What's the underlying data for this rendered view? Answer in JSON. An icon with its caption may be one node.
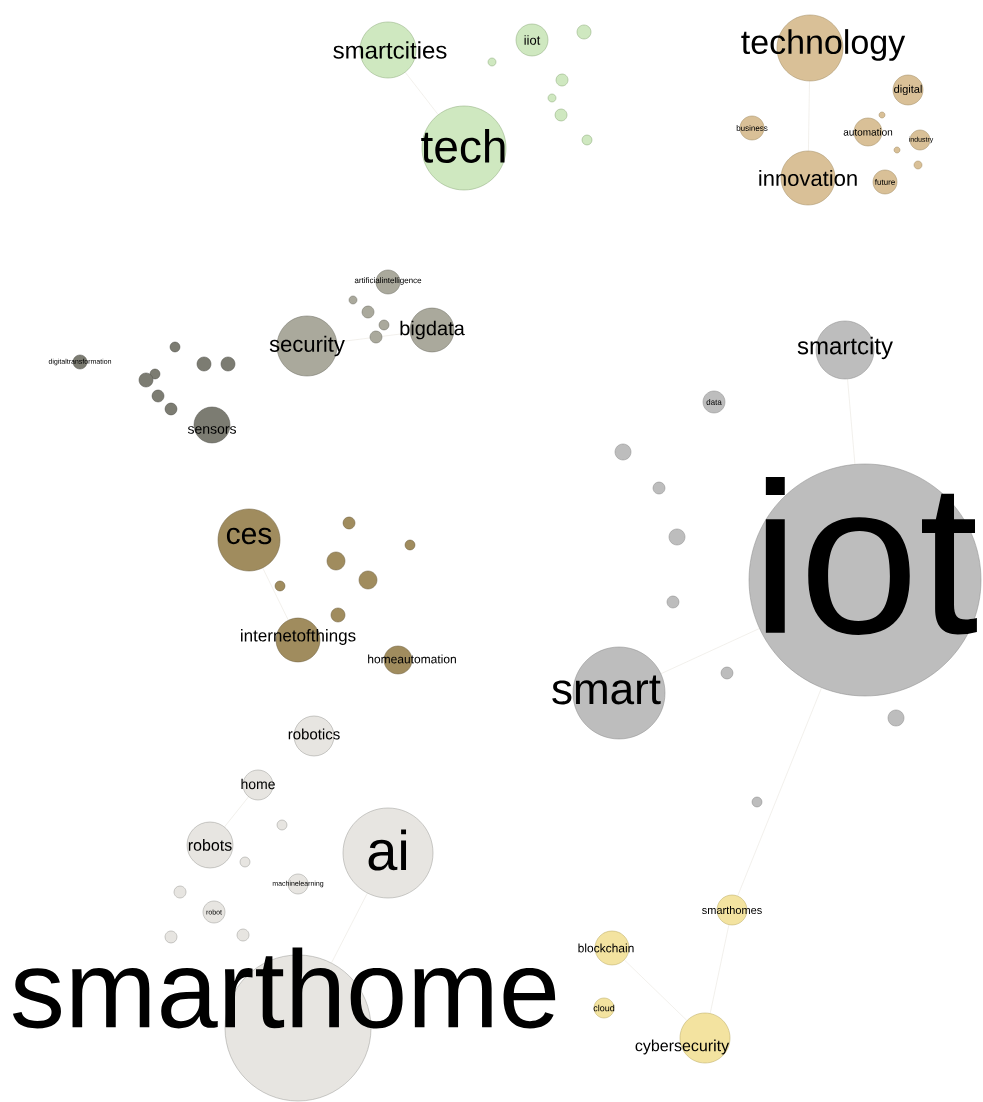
{
  "diagram": {
    "nodes": [
      {
        "text": [
          "smartcities"
        ]
      },
      {
        "text": [
          "iiot"
        ]
      },
      {
        "text": [
          "tech"
        ]
      },
      {
        "text": [
          "technology"
        ]
      },
      {
        "text": [
          "digital"
        ]
      },
      {
        "text": [
          "business"
        ]
      },
      {
        "text": [
          "automation"
        ]
      },
      {
        "text": [
          "industry"
        ]
      },
      {
        "text": [
          "innovation"
        ]
      },
      {
        "text": [
          "future"
        ]
      },
      {
        "text": [
          "artificialintelligence"
        ]
      },
      {
        "text": [
          "security"
        ]
      },
      {
        "text": [
          "bigdata"
        ]
      },
      {
        "text": [
          "digitaltransformation"
        ]
      },
      {
        "text": [
          "sensors"
        ]
      },
      {
        "text": [
          "smartcity"
        ]
      },
      {
        "text": [
          "data"
        ]
      },
      {
        "text": [
          "iot"
        ]
      },
      {
        "text": [
          "ces"
        ]
      },
      {
        "text": [
          "internetofthings"
        ]
      },
      {
        "text": [
          "homeautomation"
        ]
      },
      {
        "text": [
          "smart"
        ]
      },
      {
        "text": [
          "robotics"
        ]
      },
      {
        "text": [
          "home"
        ]
      },
      {
        "text": [
          "robots"
        ]
      },
      {
        "text": [
          "ai"
        ]
      },
      {
        "text": [
          "machinelearning"
        ]
      },
      {
        "text": [
          "robot"
        ]
      },
      {
        "text": [
          "smarthomes"
        ]
      },
      {
        "text": [
          "blockchain"
        ]
      },
      {
        "text": [
          "cloud"
        ]
      },
      {
        "text": [
          "cybersecurity"
        ]
      },
      {
        "text": [
          "smarthome"
        ]
      },
      {
        "text": [],
        "shape": "circle"
      },
      {
        "text": [],
        "shape": "circle"
      },
      {
        "text": [],
        "shape": "circle"
      },
      {
        "text": [],
        "shape": "circle"
      },
      {
        "text": [],
        "shape": "circle"
      },
      {
        "text": [],
        "shape": "circle"
      },
      {
        "text": [],
        "shape": "circle"
      },
      {
        "text": [],
        "shape": "circle"
      },
      {
        "text": [],
        "shape": "circle"
      },
      {
        "text": [],
        "shape": "circle"
      },
      {
        "text": [],
        "shape": "circle"
      },
      {
        "text": [],
        "shape": "circle"
      },
      {
        "text": [],
        "shape": "circle"
      },
      {
        "text": [],
        "shape": "circle"
      },
      {
        "text": [],
        "shape": "circle"
      },
      {
        "text": [],
        "shape": "circle"
      },
      {
        "text": [],
        "shape": "circle"
      },
      {
        "text": [],
        "shape": "circle"
      },
      {
        "text": [],
        "shape": "circle"
      },
      {
        "text": [],
        "shape": "circle"
      },
      {
        "text": [],
        "shape": "circle"
      },
      {
        "text": [],
        "shape": "circle"
      },
      {
        "text": [],
        "shape": "circle"
      },
      {
        "text": [],
        "shape": "circle"
      },
      {
        "text": [],
        "shape": "circle"
      },
      {
        "text": [],
        "shape": "circle"
      },
      {
        "text": [],
        "shape": "circle"
      },
      {
        "text": [],
        "shape": "circle"
      },
      {
        "text": [],
        "shape": "circle"
      },
      {
        "text": [],
        "shape": "circle"
      },
      {
        "text": [],
        "shape": "circle"
      },
      {
        "text": [],
        "shape": "circle"
      },
      {
        "text": [],
        "shape": "circle"
      },
      {
        "text": [],
        "shape": "circle"
      },
      {
        "text": [],
        "shape": "circle"
      },
      {
        "text": [],
        "shape": "circle"
      },
      {
        "text": [],
        "shape": "circle"
      },
      {
        "text": [],
        "shape": "circle"
      }
    ],
    "edges": [
      {
        "from": 17,
        "to": 15,
        "arrow": "none"
      },
      {
        "from": 17,
        "to": 21,
        "arrow": "none"
      },
      {
        "from": 17,
        "to": 28,
        "arrow": "none"
      },
      {
        "from": 3,
        "to": 8,
        "arrow": "none"
      },
      {
        "from": 2,
        "to": 0,
        "arrow": "none"
      },
      {
        "from": 11,
        "to": 12,
        "arrow": "none"
      },
      {
        "from": 18,
        "to": 19,
        "arrow": "none"
      },
      {
        "from": 24,
        "to": 23,
        "arrow": "none"
      },
      {
        "from": 32,
        "to": 25,
        "arrow": "none"
      },
      {
        "from": 29,
        "to": 31,
        "arrow": "none"
      },
      {
        "from": 28,
        "to": 31,
        "arrow": "none"
      }
    ]
  }
}
